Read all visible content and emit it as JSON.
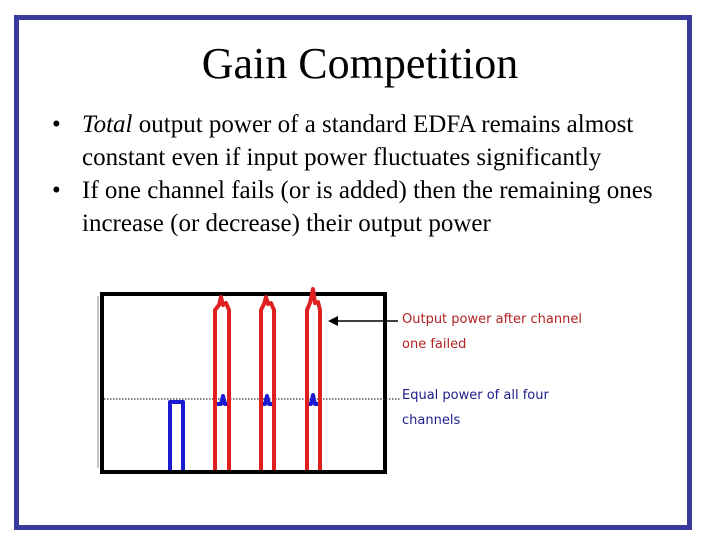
{
  "title": "Gain Competition",
  "bullets": [
    {
      "italic": "Total",
      "rest": " output power of a standard EDFA remains almost constant even if input power fluctuates significantly"
    },
    {
      "italic": "",
      "rest": "If one channel fails (or is added) then the remaining ones increase (or decrease) their output power"
    }
  ],
  "bullet_symbol": "•",
  "annotations": {
    "after_failure": "Output power after channel one failed",
    "equal_power": "Equal power of all four channels"
  },
  "colors": {
    "border": "#3a3a9c",
    "after_failure_trace": "#e02020",
    "equal_power_trace": "#1a1ad0",
    "after_failure_text": "#b22222",
    "equal_power_text": "#1c1c8c"
  }
}
